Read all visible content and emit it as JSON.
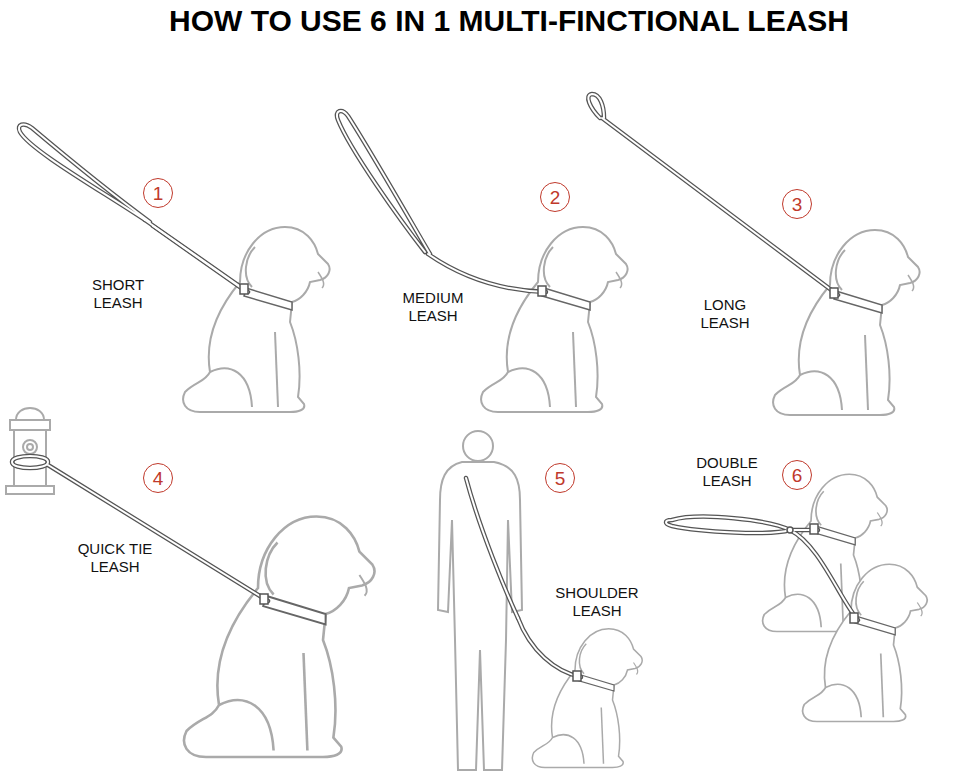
{
  "diagram": {
    "title": "HOW TO USE 6 IN 1 MULTI-FINCTIONAL LEASH",
    "nodes": [
      {
        "text": [
          "1"
        ]
      },
      {
        "text": [
          "2"
        ]
      },
      {
        "text": [
          "3"
        ]
      },
      {
        "text": [
          "4"
        ]
      },
      {
        "text": [
          "5"
        ]
      },
      {
        "text": [
          "6"
        ]
      }
    ],
    "labels": [
      "SHORT LEASH",
      "MEDIUM LEASH",
      "LONG LEASH",
      "QUICK TIE LEASH",
      "SHOULDER LEASH",
      "DOUBLE LEASH"
    ]
  }
}
